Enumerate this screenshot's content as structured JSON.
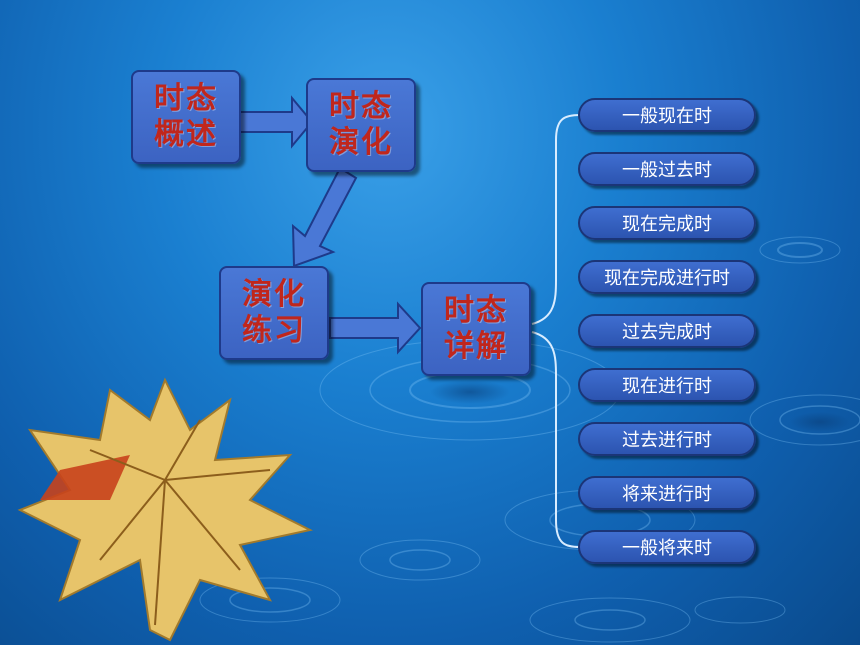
{
  "diagram": {
    "nodes": [
      {
        "id": "overview",
        "label": "时态概述"
      },
      {
        "id": "evolution",
        "label": "时态演化"
      },
      {
        "id": "practice",
        "label": "演化练习"
      },
      {
        "id": "details",
        "label": "时态详解"
      }
    ],
    "tenses": [
      "一般现在时",
      "一般过去时",
      "现在完成时",
      "现在完成进行时",
      "过去完成时",
      "现在进行时",
      "过去进行时",
      "将来进行时",
      "一般将来时"
    ],
    "edges": [
      {
        "from": "overview",
        "to": "evolution"
      },
      {
        "from": "evolution",
        "to": "practice"
      },
      {
        "from": "practice",
        "to": "details"
      },
      {
        "from": "details",
        "to": "tenses"
      }
    ]
  },
  "colors": {
    "node_fill": "#4a78d6",
    "node_text": "#c0261c",
    "pill_fill": "#3f6ed0",
    "pill_text": "#ffffff",
    "arrow_fill": "#4a78d6",
    "connector": "#d8ecff"
  }
}
